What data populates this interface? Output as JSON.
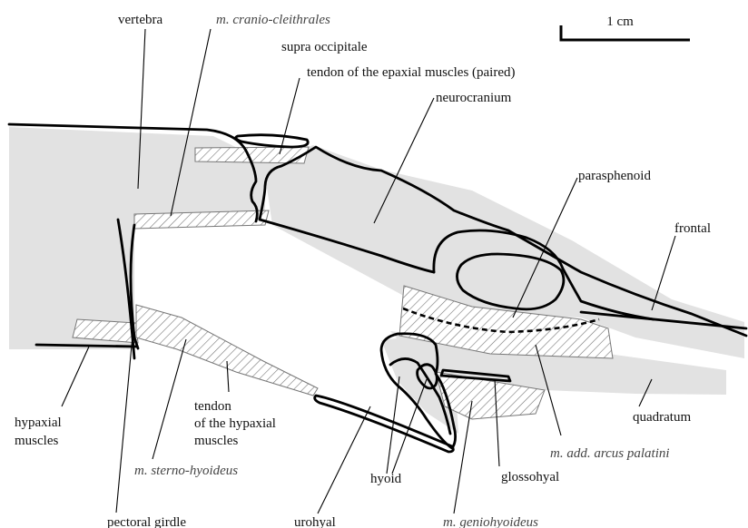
{
  "colors": {
    "ink": "#000000",
    "bone": "#e2e2e2",
    "hatch": "#777777",
    "label": "#111111",
    "italic_label": "#444444"
  },
  "scale_bar": {
    "label": "1 cm"
  },
  "labels": {
    "vertebra": "vertebra",
    "cranio_cleithrales": "m. cranio-cleithrales",
    "supra_occipitale": "supra occipitale",
    "tendon_epaxial": "tendon of the epaxial muscles (paired)",
    "neurocranium": "neurocranium",
    "parasphenoid": "parasphenoid",
    "frontal": "frontal",
    "hypaxial_muscles": [
      "hypaxial",
      "muscles"
    ],
    "tendon_hypaxial": [
      "tendon",
      "of the hypaxial",
      "muscles"
    ],
    "sterno_hyoideus": "m. sterno-hyoideus",
    "hyoid": "hyoid",
    "glossohyal": "glossohyal",
    "quadratum": "quadratum",
    "add_arcus_palatini": "m. add. arcus palatini",
    "pectoral_girdle": "pectoral girdle",
    "urohyal": "urohyal",
    "geniohyoideus": "m. geniohyoideus"
  }
}
